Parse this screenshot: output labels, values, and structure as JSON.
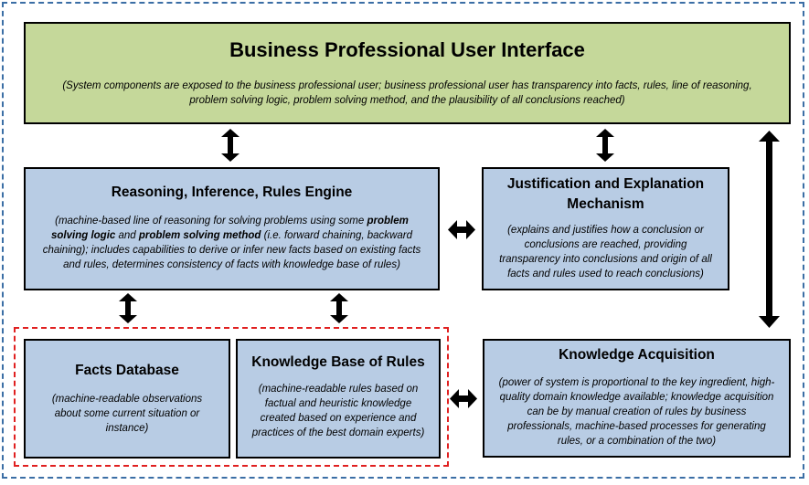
{
  "ui": {
    "title": "Business Professional User Interface",
    "desc": "(System components are exposed to the business professional user; business professional user has transparency into facts, rules, line of reasoning, problem solving logic, problem solving method, and the plausibility of all conclusions reached)"
  },
  "reasoning": {
    "title": "Reasoning, Inference, Rules Engine",
    "desc_1": "(machine-based line of reasoning for solving problems using some ",
    "desc_bold_1": "problem solving logic",
    "desc_2": " and ",
    "desc_bold_2": "problem solving method",
    "desc_3": " (i.e. forward chaining, backward chaining); includes capabilities to derive or infer new facts based on existing facts and rules, determines consistency of facts with knowledge base of rules)"
  },
  "justification": {
    "title": "Justification and Explanation Mechanism",
    "desc": "(explains and justifies how a conclusion or conclusions are reached, providing transparency into conclusions and origin of all facts and rules used to reach conclusions)"
  },
  "facts": {
    "title": "Facts Database",
    "desc": "(machine-readable observations about some current situation or instance)"
  },
  "kb": {
    "title": "Knowledge Base of Rules",
    "desc": "(machine-readable rules based on factual and heuristic knowledge created based on experience and practices of the best domain experts)"
  },
  "acquisition": {
    "title": "Knowledge Acquisition",
    "desc": "(power of system is proportional to the key ingredient, high-quality domain knowledge available; knowledge acquisition can be by manual creation of rules by business professionals, machine-based processes for generating rules, or a combination of the two)"
  },
  "colors": {
    "ui_fill": "#c5d89a",
    "component_fill": "#b8cce4",
    "outer_border": "#3b6ea5",
    "group_border": "#e02020"
  }
}
